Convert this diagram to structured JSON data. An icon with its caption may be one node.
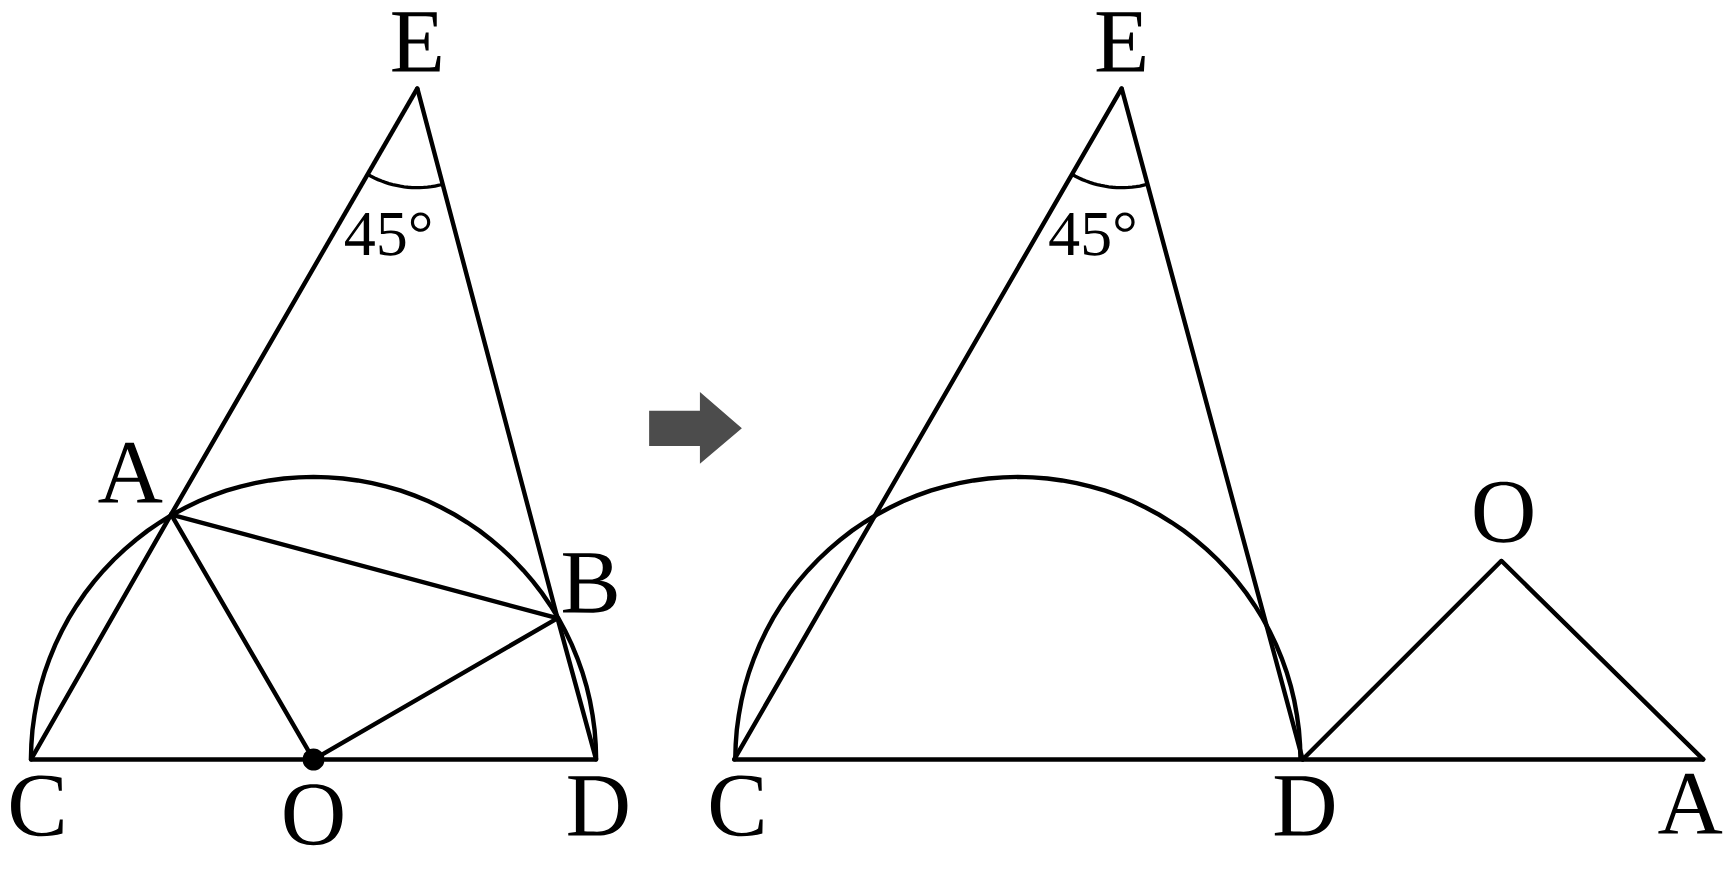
{
  "diagram": {
    "nodes": [
      {
        "text": [
          "E"
        ]
      },
      {
        "text": [
          "A"
        ]
      },
      {
        "text": [
          "B"
        ]
      },
      {
        "text": [
          "C"
        ]
      },
      {
        "text": [
          "O"
        ]
      },
      {
        "text": [
          "D"
        ]
      },
      {
        "text": [
          "E"
        ]
      },
      {
        "text": [
          "O"
        ]
      },
      {
        "text": [
          "C"
        ]
      },
      {
        "text": [
          "D"
        ]
      },
      {
        "text": [
          "A"
        ]
      }
    ],
    "edges": [
      {
        "from": 3,
        "to": 1,
        "arrow": "none"
      },
      {
        "from": 1,
        "to": 0,
        "arrow": "none"
      },
      {
        "from": 0,
        "to": 2,
        "arrow": "none"
      },
      {
        "from": 2,
        "to": 5,
        "arrow": "none"
      },
      {
        "from": 1,
        "to": 2,
        "arrow": "none"
      },
      {
        "from": 1,
        "to": 4,
        "arrow": "none"
      },
      {
        "from": 4,
        "to": 2,
        "arrow": "none"
      },
      {
        "from": 3,
        "to": 4,
        "arrow": "none"
      },
      {
        "from": 4,
        "to": 5,
        "arrow": "none"
      },
      {
        "from": 8,
        "to": 6,
        "arrow": "none"
      },
      {
        "from": 6,
        "to": 9,
        "arrow": "none"
      },
      {
        "from": 8,
        "to": 9,
        "arrow": "none"
      },
      {
        "from": 9,
        "to": 7,
        "arrow": "none"
      },
      {
        "from": 7,
        "to": 10,
        "arrow": "none"
      },
      {
        "from": 9,
        "to": 10,
        "arrow": "none"
      }
    ],
    "labels": [
      "45°",
      "45°"
    ]
  }
}
